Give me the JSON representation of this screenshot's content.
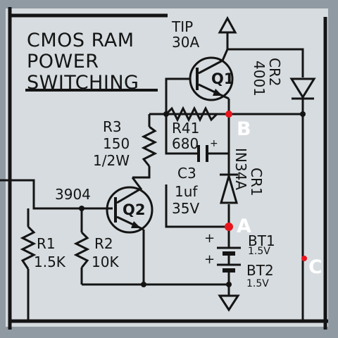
{
  "title": {
    "line1": "CMOS RAM",
    "line2": "POWER",
    "line3": "SWITCHING"
  },
  "transistors": {
    "q1": {
      "ref": "Q1",
      "part_line1": "TIP",
      "part_line2": "30A"
    },
    "q2": {
      "ref": "Q2",
      "part": "3904"
    }
  },
  "resistors": {
    "r1": {
      "ref": "R1",
      "value": "1.5K"
    },
    "r2": {
      "ref": "R2",
      "value": "10K"
    },
    "r3": {
      "ref": "R3",
      "value_line1": "150",
      "value_line2": "1/2W"
    },
    "r4": {
      "ref": "R41",
      "value": "680"
    }
  },
  "capacitor": {
    "ref": "C3",
    "value": "1uf",
    "voltage": "35V"
  },
  "diodes": {
    "cr1": {
      "ref": "CR1",
      "part": "IN34A"
    },
    "cr2": {
      "ref": "CR2",
      "part": "4001"
    }
  },
  "batteries": {
    "bt1": {
      "ref": "BT1",
      "voltage": "1.5V"
    },
    "bt2": {
      "ref": "BT2",
      "voltage": "1.5V"
    }
  },
  "markers": {
    "a": {
      "label": "A",
      "color": "#e8141c"
    },
    "b": {
      "label": "B",
      "color": "#e8141c"
    },
    "c": {
      "label": "C",
      "color": "#e8141c"
    }
  }
}
